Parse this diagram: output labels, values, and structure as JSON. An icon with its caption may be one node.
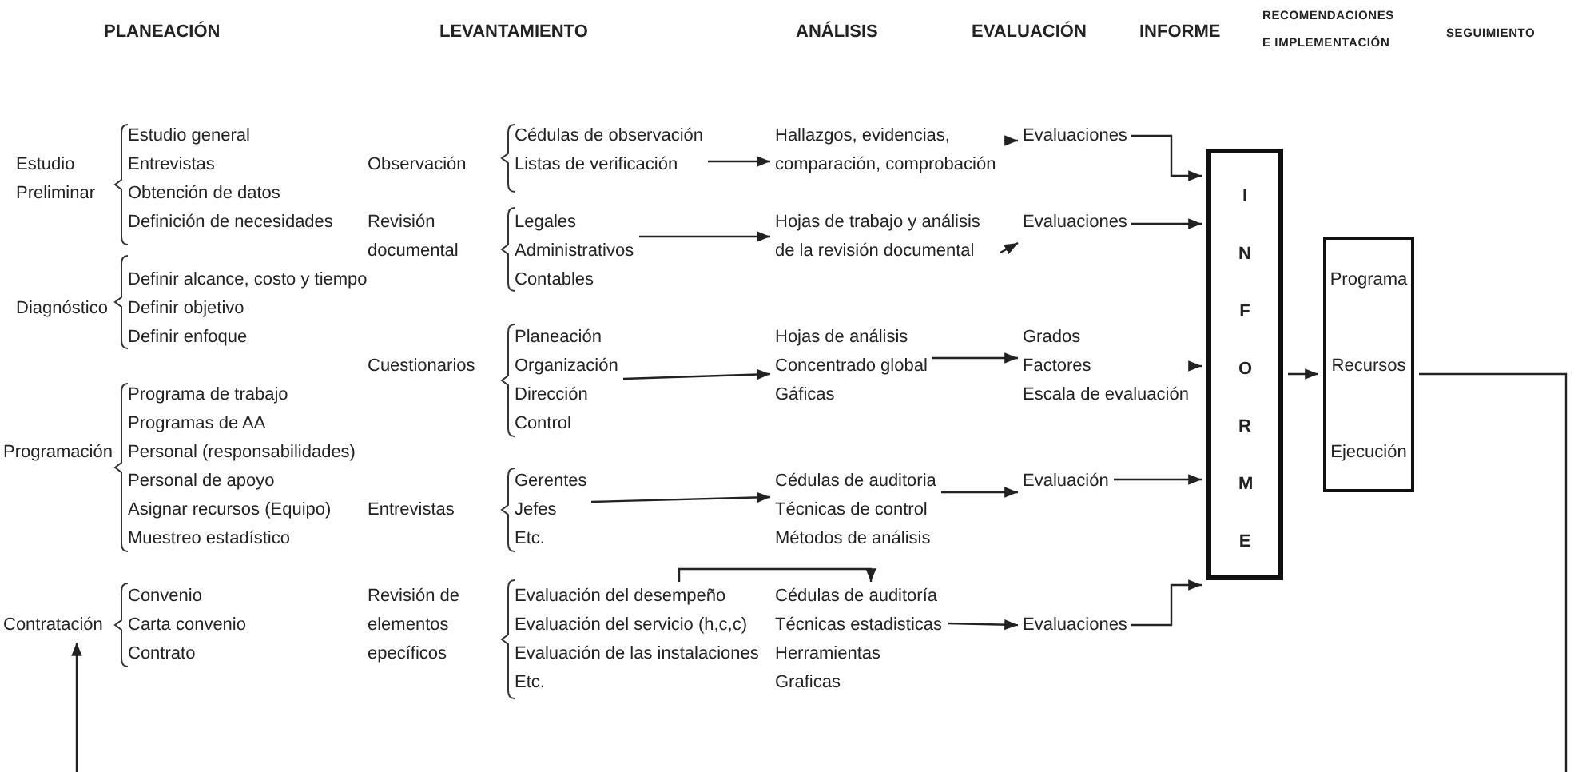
{
  "diagram": {
    "nodes": [
      {
        "text": [
          "Contratación"
        ]
      },
      {
        "text": [
          "Cédulas de observación",
          "Listas de verificación"
        ]
      },
      {
        "text": [
          "Hallazgos, evidencias, comparación, comprobación"
        ]
      },
      {
        "text": [
          "Evaluaciones"
        ]
      },
      {
        "text": [
          "Legales",
          "Administrativos",
          "Contables"
        ]
      },
      {
        "text": [
          "Hojas de trabajo y análisis de la revisión documental"
        ]
      },
      {
        "text": [
          "Evaluaciones"
        ]
      },
      {
        "text": [
          "Planeación",
          "Organización",
          "Dirección",
          "Control"
        ]
      },
      {
        "text": [
          "Hojas de análisis",
          "Concentrado global",
          "Gáficas"
        ]
      },
      {
        "text": [
          "Grados",
          "Factores",
          "Escala de evaluación"
        ]
      },
      {
        "text": [
          "Gerentes",
          "Jefes",
          "Etc."
        ]
      },
      {
        "text": [
          "Cédulas de auditoria",
          "Técnicas de control",
          "Métodos de análisis"
        ]
      },
      {
        "text": [
          "Evaluación"
        ]
      },
      {
        "text": [
          "Evaluación del desempeño",
          "Evaluación del servicio (h,c,c)",
          "Evaluación de las instalaciones",
          "Etc."
        ]
      },
      {
        "text": [
          "Cédulas de auditoría",
          "Técnicas estadisticas",
          "Herramientas",
          "Graficas"
        ]
      },
      {
        "text": [
          "Evaluaciones"
        ]
      },
      {
        "text": [
          "I N F O R M E"
        ]
      },
      {
        "text": [
          "Programa",
          "Recursos",
          "Ejecución"
        ]
      }
    ],
    "edges": [
      {
        "from": 1,
        "to": 2,
        "arrow": "to"
      },
      {
        "from": 2,
        "to": 3,
        "arrow": "to"
      },
      {
        "from": 3,
        "to": 16,
        "arrow": "to"
      },
      {
        "from": 4,
        "to": 5,
        "arrow": "to"
      },
      {
        "from": 5,
        "to": 6,
        "arrow": "to"
      },
      {
        "from": 6,
        "to": 16,
        "arrow": "to"
      },
      {
        "from": 7,
        "to": 8,
        "arrow": "to"
      },
      {
        "from": 8,
        "to": 9,
        "arrow": "to"
      },
      {
        "from": 9,
        "to": 16,
        "arrow": "to"
      },
      {
        "from": 10,
        "to": 11,
        "arrow": "to"
      },
      {
        "from": 11,
        "to": 12,
        "arrow": "to"
      },
      {
        "from": 12,
        "to": 16,
        "arrow": "to"
      },
      {
        "from": 13,
        "to": 14,
        "arrow": "to"
      },
      {
        "from": 14,
        "to": 15,
        "arrow": "to"
      },
      {
        "from": 15,
        "to": 16,
        "arrow": "to"
      },
      {
        "from": 16,
        "to": 17,
        "arrow": "to"
      },
      {
        "from": 17,
        "to": null,
        "arrow": "none"
      },
      {
        "from": null,
        "to": 0,
        "arrow": "to"
      }
    ],
    "labels": [
      "PLANEACIÓN",
      "LEVANTAMIENTO",
      "ANÁLISIS",
      "EVALUACIÓN",
      "INFORME",
      "RECOMENDACIONES E IMPLEMENTACIÓN",
      "SEGUIMIENTO",
      "Estudio Preliminar",
      "Estudio general",
      "Entrevistas",
      "Obtención de datos",
      "Definición de necesidades",
      "Observación",
      "Revisión documental",
      "Diagnóstico",
      "Definir alcance, costo y tiempo",
      "Definir objetivo",
      "Definir enfoque",
      "Cuestionarios",
      "Programa de trabajo",
      "Programas de AA",
      "Programación",
      "Personal (responsabilidades)",
      "Personal de apoyo",
      "Asignar recursos (Equipo)",
      "Entrevistas",
      "Muestreo estadístico",
      "Convenio",
      "Carta convenio",
      "Contrato",
      "Revisión de elementos epecíficos"
    ]
  }
}
